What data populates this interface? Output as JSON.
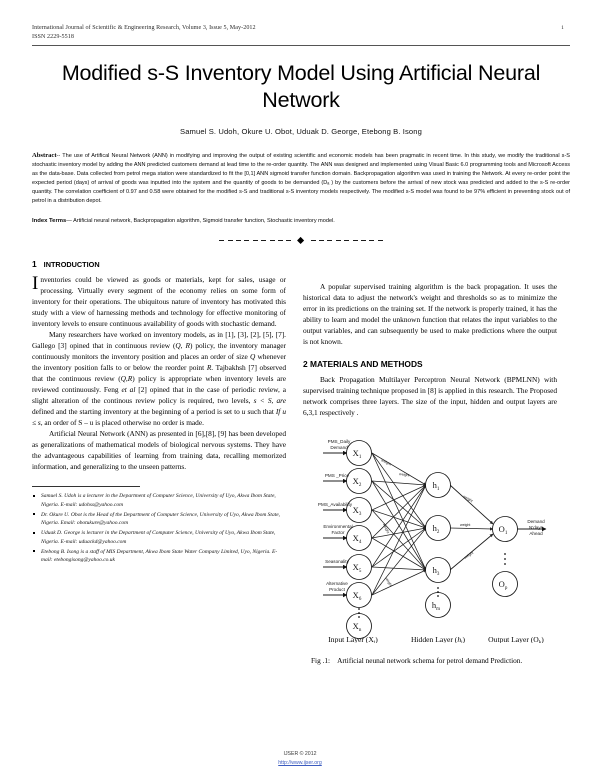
{
  "running_head": {
    "line1": "International Journal of Scientific & Engineering Research, Volume 3, Issue 5, May-2012",
    "line2": "ISSN 2229-5518",
    "page_number": "1"
  },
  "title": "Modified s-S Inventory Model Using Artificial Neural Network",
  "authors": "Samuel S. Udoh,   Okure U. Obot,   Uduak  D.  George,   Etebong B. Isong",
  "abstract": {
    "label": "Abstract",
    "dash": "--",
    "text": "The use of Artifical Neural Network (ANN) in modifying and improving   the output of existing scientific and economic models has been pragmatic in recent time. In this study, we modify the traditional s-S stochastic inventory model by adding   the ANN predicted customers demand at lead time to the  re-order quantity.  The ANN was designed and implemented using Visual Basic 6.0 programming tools and Microsoft Access as the data-base.  Data collected from petrol mega station were standardized to fit the [0,1]  ANN sigmoid transfer function domain. Backpropagation algorithm was used in training the  Network.  At  every re-order point the expected period (days) of arrival of goods was inputted into the system and the quantity of goods to be demanded (Dₐ ) by  the customers  before the arrival  of new stock was predicted and added to the s-S re-order quantity. The correlation coefficient  of 0.97 and 0.58 were obtained for the modified s-S and traditional s-S inventory models respectively. The modified s-S model was found to be  97%      efficient  in preventing stock out of petrol in a distribution depot."
  },
  "index_terms": {
    "label": "Index Terms",
    "dash": "—",
    "text": "Artificial neural network, Backpropagation algorithm, Sigmoid transfer function, Stochastic inventory model."
  },
  "sections": {
    "introduction": {
      "number": "1",
      "heading": "INTRODUCTION",
      "dropcap": "I",
      "para1_rest": "nventories could be viewed as goods or materials, kept for sales, usage or processing. Virtually every segment of the",
      "para1_cont": "economy relies on some form of inventory for their operations. The ubiquitous nature of inventory has motivated this study with a view of harnessing methods and technology for effective monitoring of inventory levels to ensure continuous availability of goods with stochastic demand.",
      "para2_a": "Many researchers have worked on inventory models, as in [1], [3], [2], [5], [7]. Gallego [3] opined that in continuous review (",
      "para2_qr1": "Q, R",
      "para2_b": ") policy, the inventory manager continuously monitors the inventory position and places an order of size ",
      "para2_Q": "Q",
      "para2_c": " whenever the inventory position falls to or below the reorder point ",
      "para2_R": "R",
      "para2_d": ". Tajbakhsh [7] observed that the continuous review (",
      "para2_qr2": "Q,R",
      "para2_e": ") policy is appropriate when inventory levels are reviewed continuously. Feng ",
      "para2_etal": "et al",
      "para2_f": "  [2] opined that in the case of periodic review, a slight alteration of  the continous review policy is required, two levels,  ",
      "para2_slt": "s < S, are",
      "para2_g": " defined and the starting inventory at the beginning of a period is set to ",
      "para2_u": "u",
      "para2_h": " such that ",
      "para2_if": "If u ≤ s,",
      "para2_i": "  an order of S – u is placed otherwise no order is made.",
      "para3": "Artificial Neural Network (ANN) as presented in [6],[8], [9] has been developed as generalizations of mathematical models of biological nervous systems. They have the advantageous capabilities of learning from training data, recalling memorized information, and generalizing to the unseen patterns."
    },
    "materials": {
      "heading": "2 MATERIALS AND METHODS",
      "para1": "Back Propagation Multilayer Perceptron Neural Network (BPMLNN) with supervised training technique proposed in [8] is applied in this research. The Proposed network comprises three layers. The size of the input, hidden and output layers are 6,3,1 respectively ."
    },
    "right_intro": {
      "para": "A popular supervised training algorithm is the back propagation. It uses the historical data to adjust the network's weight and thresholds so as to minimize the error in its predictions on the training set.  If the network is properly trained, it has the ability to learn and model the unknown function that relates the input variables to the output variables, and can subsequently be used to make predictions where the output is not known."
    }
  },
  "footnotes": [
    "Samuel S. Udoh  is  a    lecturer in the Department of Computer Science, University of Uyo, Akwa Ibom State, Nigeria. E-mail:  udohss@yahoo.com",
    "Dr. Okure U. Obot  is  the Head of  the Department of Computer  Science, University of Uyo, Akwa Ibom State, Nigeria. Email:  obotukure@yahoo.com",
    "Uduak D. George is lecturer in the Department of Computer Science, University of Uyo, Akwa Ibom State, Nigeria. E-mail: uduackd@yahoo.com",
    "Etebong B. Isong is a staff of MIS Department, Akwa Ibom State Water Company Limited, Uyo,  Nigeria. E-mail: etebongisong@yahoo.co.uk"
  ],
  "figure": {
    "caption_label": "Fig .1:",
    "caption_text": "Artificial neunal network schema for petrol demand Prediction.",
    "layer_labels": {
      "input": "Input Layer (Xᵢ)",
      "hidden": "Hidden Layer (hⱼ)",
      "output": "Output Layer (Oₖ)"
    },
    "input_nodes": [
      {
        "id": "X1",
        "label": "X",
        "sub": "1",
        "feature": "PMS_Daily\nDemand"
      },
      {
        "id": "X2",
        "label": "X",
        "sub": "2",
        "feature": "PMS _Price"
      },
      {
        "id": "X3",
        "label": "X",
        "sub": "3",
        "feature": "PMS_Availability"
      },
      {
        "id": "X4",
        "label": "X",
        "sub": "4",
        "feature": "Environmental\nFactor"
      },
      {
        "id": "X5",
        "label": "X",
        "sub": "5",
        "feature": "Seasonality"
      },
      {
        "id": "X6",
        "label": "X",
        "sub": "6",
        "feature": "Alternative\nProduct"
      },
      {
        "id": "Xn",
        "label": "X",
        "sub": "n",
        "feature": ""
      }
    ],
    "hidden_nodes": [
      {
        "id": "h1",
        "label": "h",
        "sub": "1"
      },
      {
        "id": "h2",
        "label": "h",
        "sub": "2"
      },
      {
        "id": "h3",
        "label": "h",
        "sub": "3"
      },
      {
        "id": "hm",
        "label": "h",
        "sub": "m"
      }
    ],
    "output_nodes": [
      {
        "id": "O1",
        "label": "O",
        "sub": "1"
      },
      {
        "id": " Op",
        "label": "O",
        "sub": "p"
      }
    ],
    "output_feature": "Demand\nN'days\nAhead",
    "weight_label": "weight"
  },
  "footer": {
    "line1": "IJSER © 2012",
    "link": "http://www.ijser.org"
  }
}
